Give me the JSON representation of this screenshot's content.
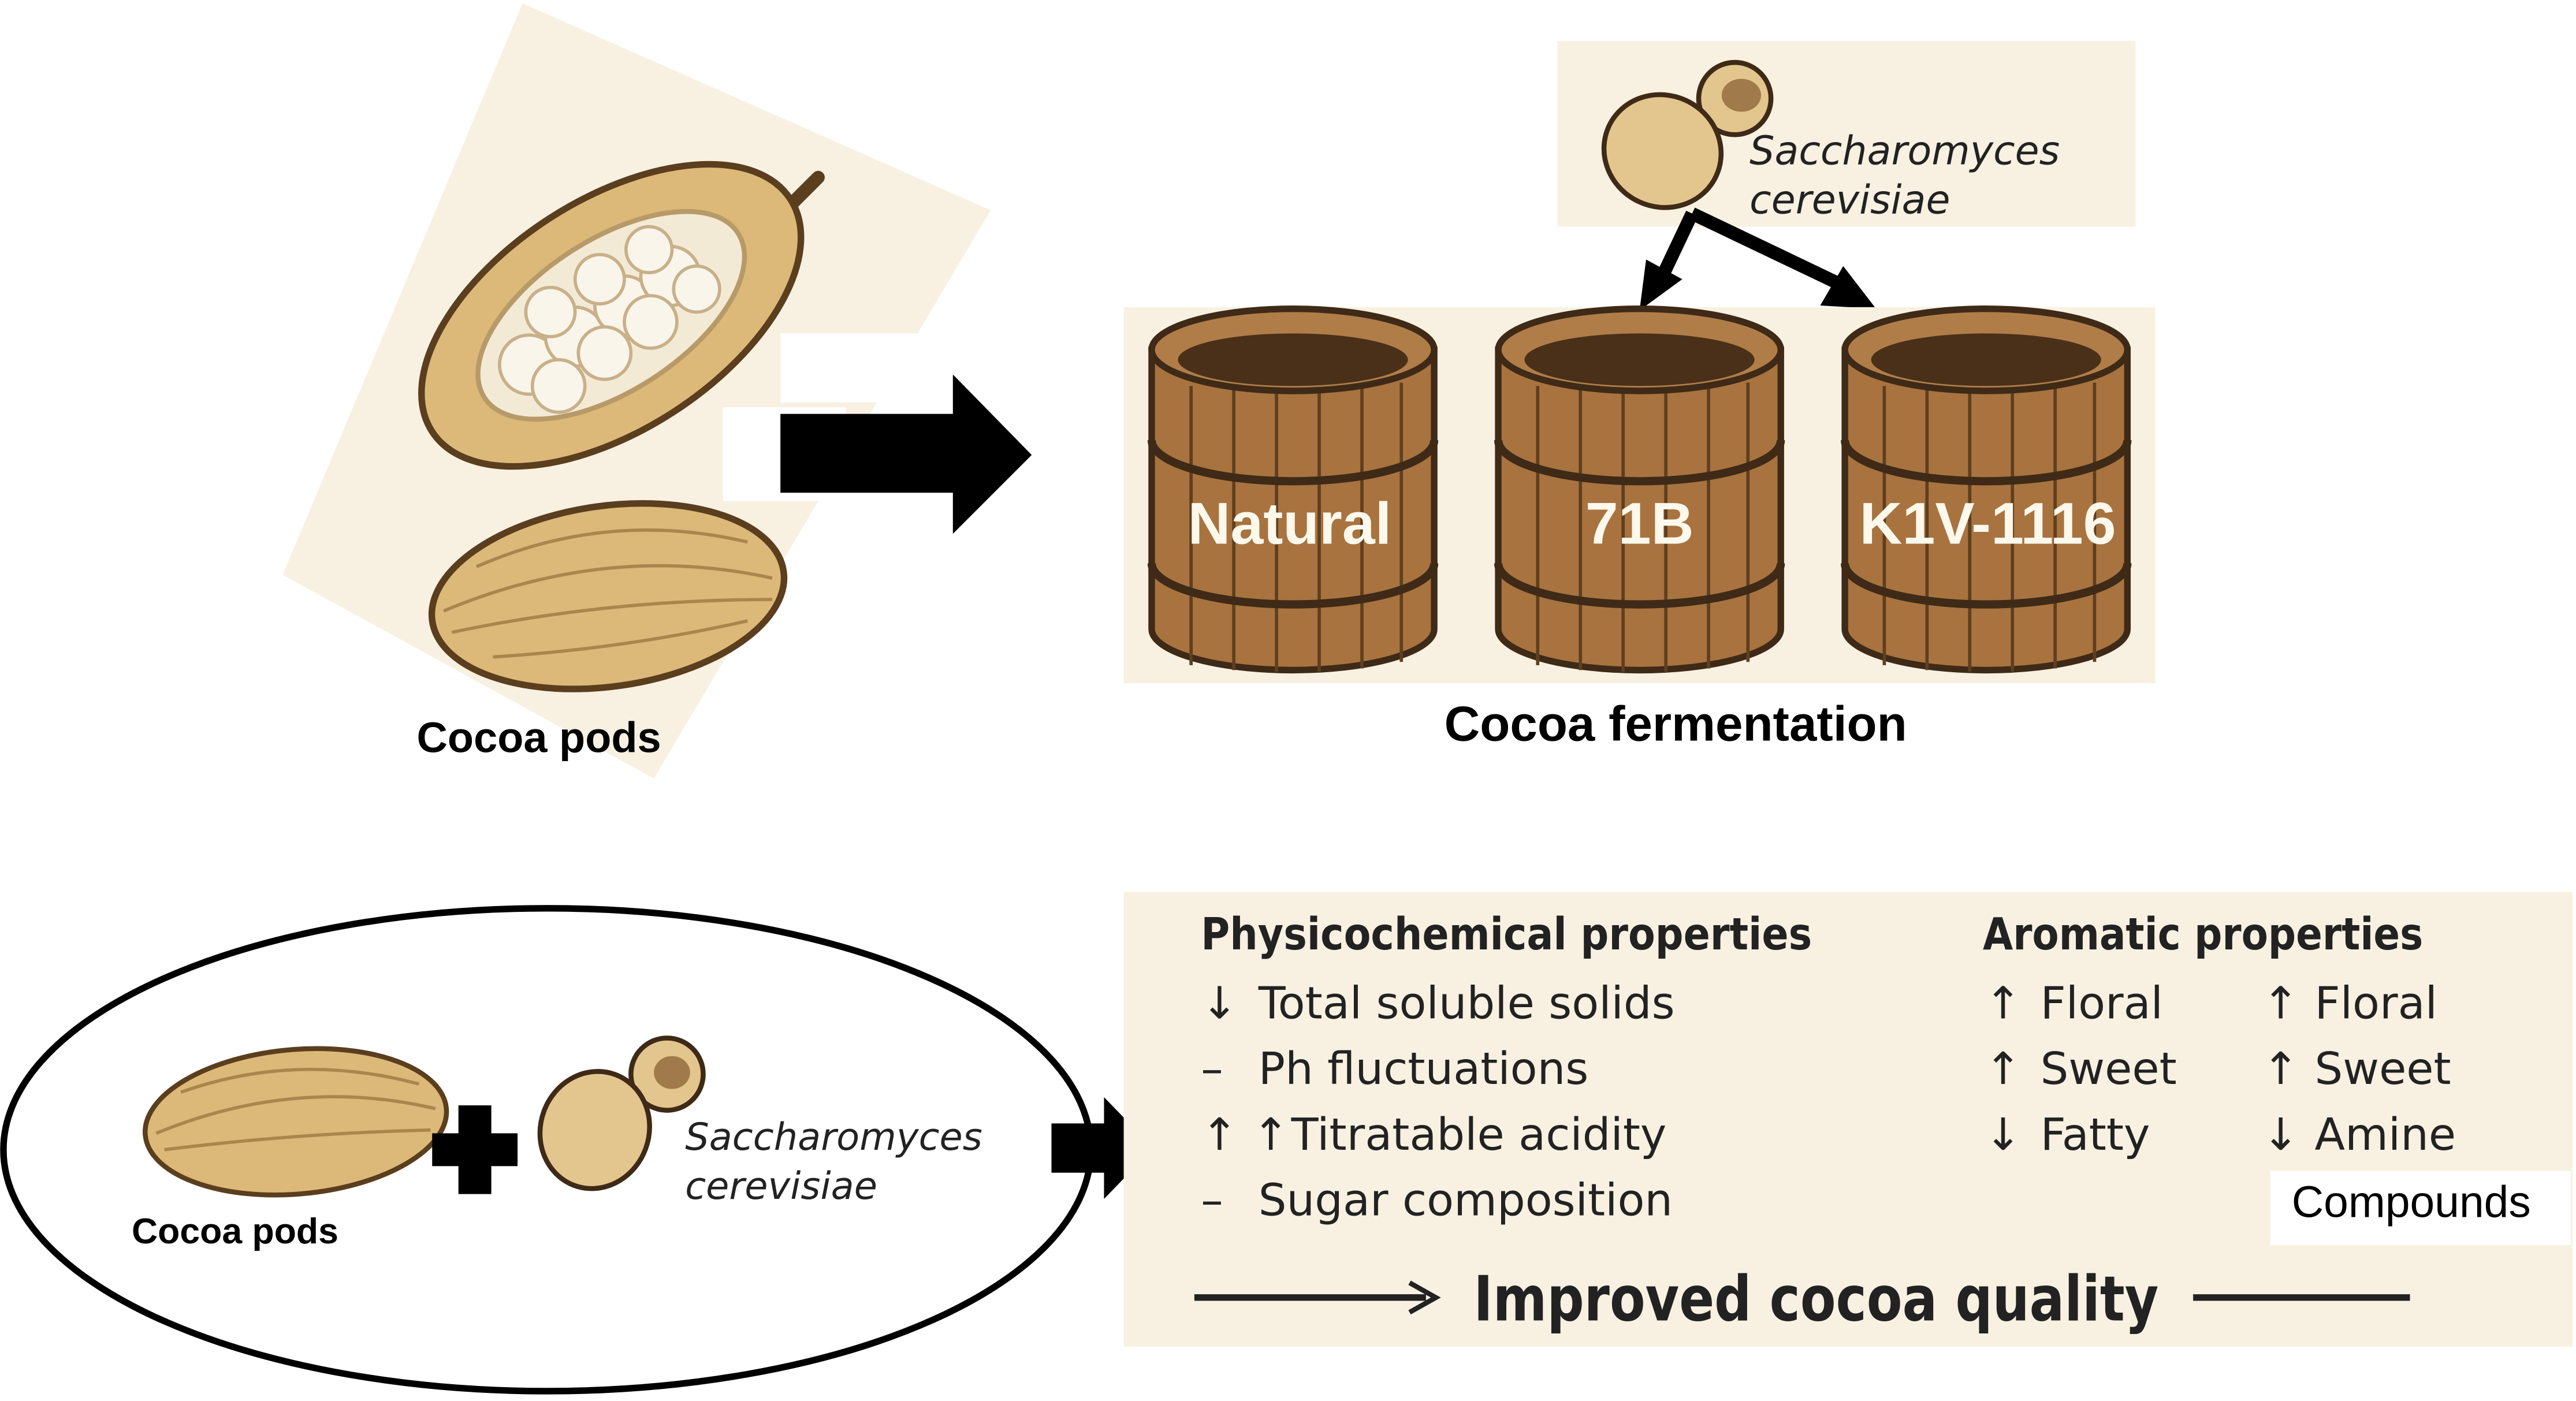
{
  "colors": {
    "cream": "#f8f1e2",
    "barrel": "#a8733f",
    "barrel_dark": "#3e2a17",
    "pod": "#dcb978",
    "pod_outline": "#5a3e1e",
    "yeast": "#e3c58e",
    "text": "#111111"
  },
  "top_left": {
    "label": "Cocoa pods",
    "icons": [
      "open-cocoa-pod-icon",
      "cocoa-pod-icon",
      "right-arrow-icon"
    ]
  },
  "yeast_box": {
    "name_line1": "Saccharomyces",
    "name_line2": "cerevisiae",
    "icon": "yeast-cell-icon"
  },
  "fermentation": {
    "title": "Cocoa fermentation",
    "barrels": [
      {
        "label": "Natural"
      },
      {
        "label": "71B"
      },
      {
        "label": "K1V-1116"
      }
    ]
  },
  "bottom_left": {
    "pods_label": "Cocoa pods",
    "yeast_line1": "Saccharomyces",
    "yeast_line2": "cerevisiae",
    "icons": [
      "cocoa-pod-icon",
      "plus-icon",
      "yeast-cell-icon",
      "right-arrow-icon"
    ]
  },
  "results": {
    "physicochemical": {
      "heading": "Physicochemical properties",
      "items": [
        {
          "symbol": "↓",
          "text": "Total soluble solids"
        },
        {
          "symbol": "–",
          "text": "Ph fluctuations"
        },
        {
          "symbol": "↑ ↑",
          "text": "Titratable acidity"
        },
        {
          "symbol": "–",
          "text": "Sugar composition"
        }
      ]
    },
    "aromatic": {
      "heading": "Aromatic properties",
      "col1": [
        {
          "symbol": "↑",
          "text": "Floral"
        },
        {
          "symbol": "↑",
          "text": "Sweet"
        },
        {
          "symbol": "↓",
          "text": "Fatty"
        }
      ],
      "col2": [
        {
          "symbol": "↑",
          "text": "Floral"
        },
        {
          "symbol": "↑",
          "text": "Sweet"
        },
        {
          "symbol": "↓",
          "text": "Amine"
        }
      ],
      "col2_extra": "Compounds"
    },
    "conclusion": "Improved cocoa quality"
  }
}
